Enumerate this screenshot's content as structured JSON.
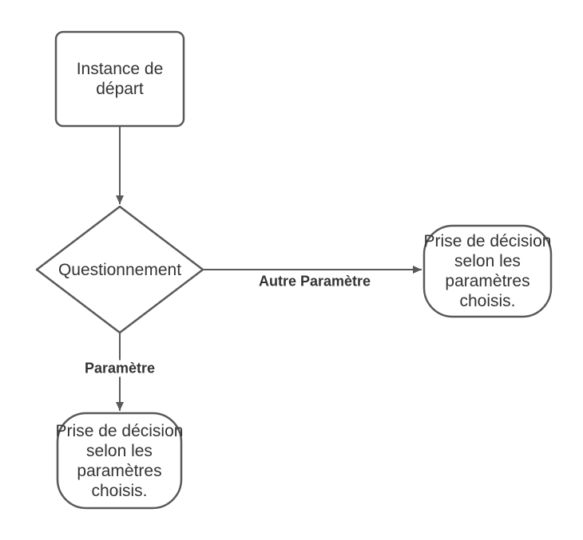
{
  "diagram": {
    "type": "flowchart",
    "colors": {
      "stroke": "#595959",
      "text": "#333333",
      "background": "#ffffff"
    },
    "nodes": {
      "start": {
        "shape": "rounded-rectangle",
        "label": "Instance de départ"
      },
      "decision": {
        "shape": "diamond",
        "label": "Questionnement"
      },
      "outcome_right": {
        "shape": "stadium",
        "label": "Prise de décision selon les paramètres choisis."
      },
      "outcome_bottom": {
        "shape": "stadium",
        "label": "Prise de décision selon les paramètres choisis."
      }
    },
    "edges": [
      {
        "from": "start",
        "to": "decision",
        "label": ""
      },
      {
        "from": "decision",
        "to": "outcome_right",
        "label": "Autre Paramètre"
      },
      {
        "from": "decision",
        "to": "outcome_bottom",
        "label": "Paramètre"
      }
    ]
  }
}
